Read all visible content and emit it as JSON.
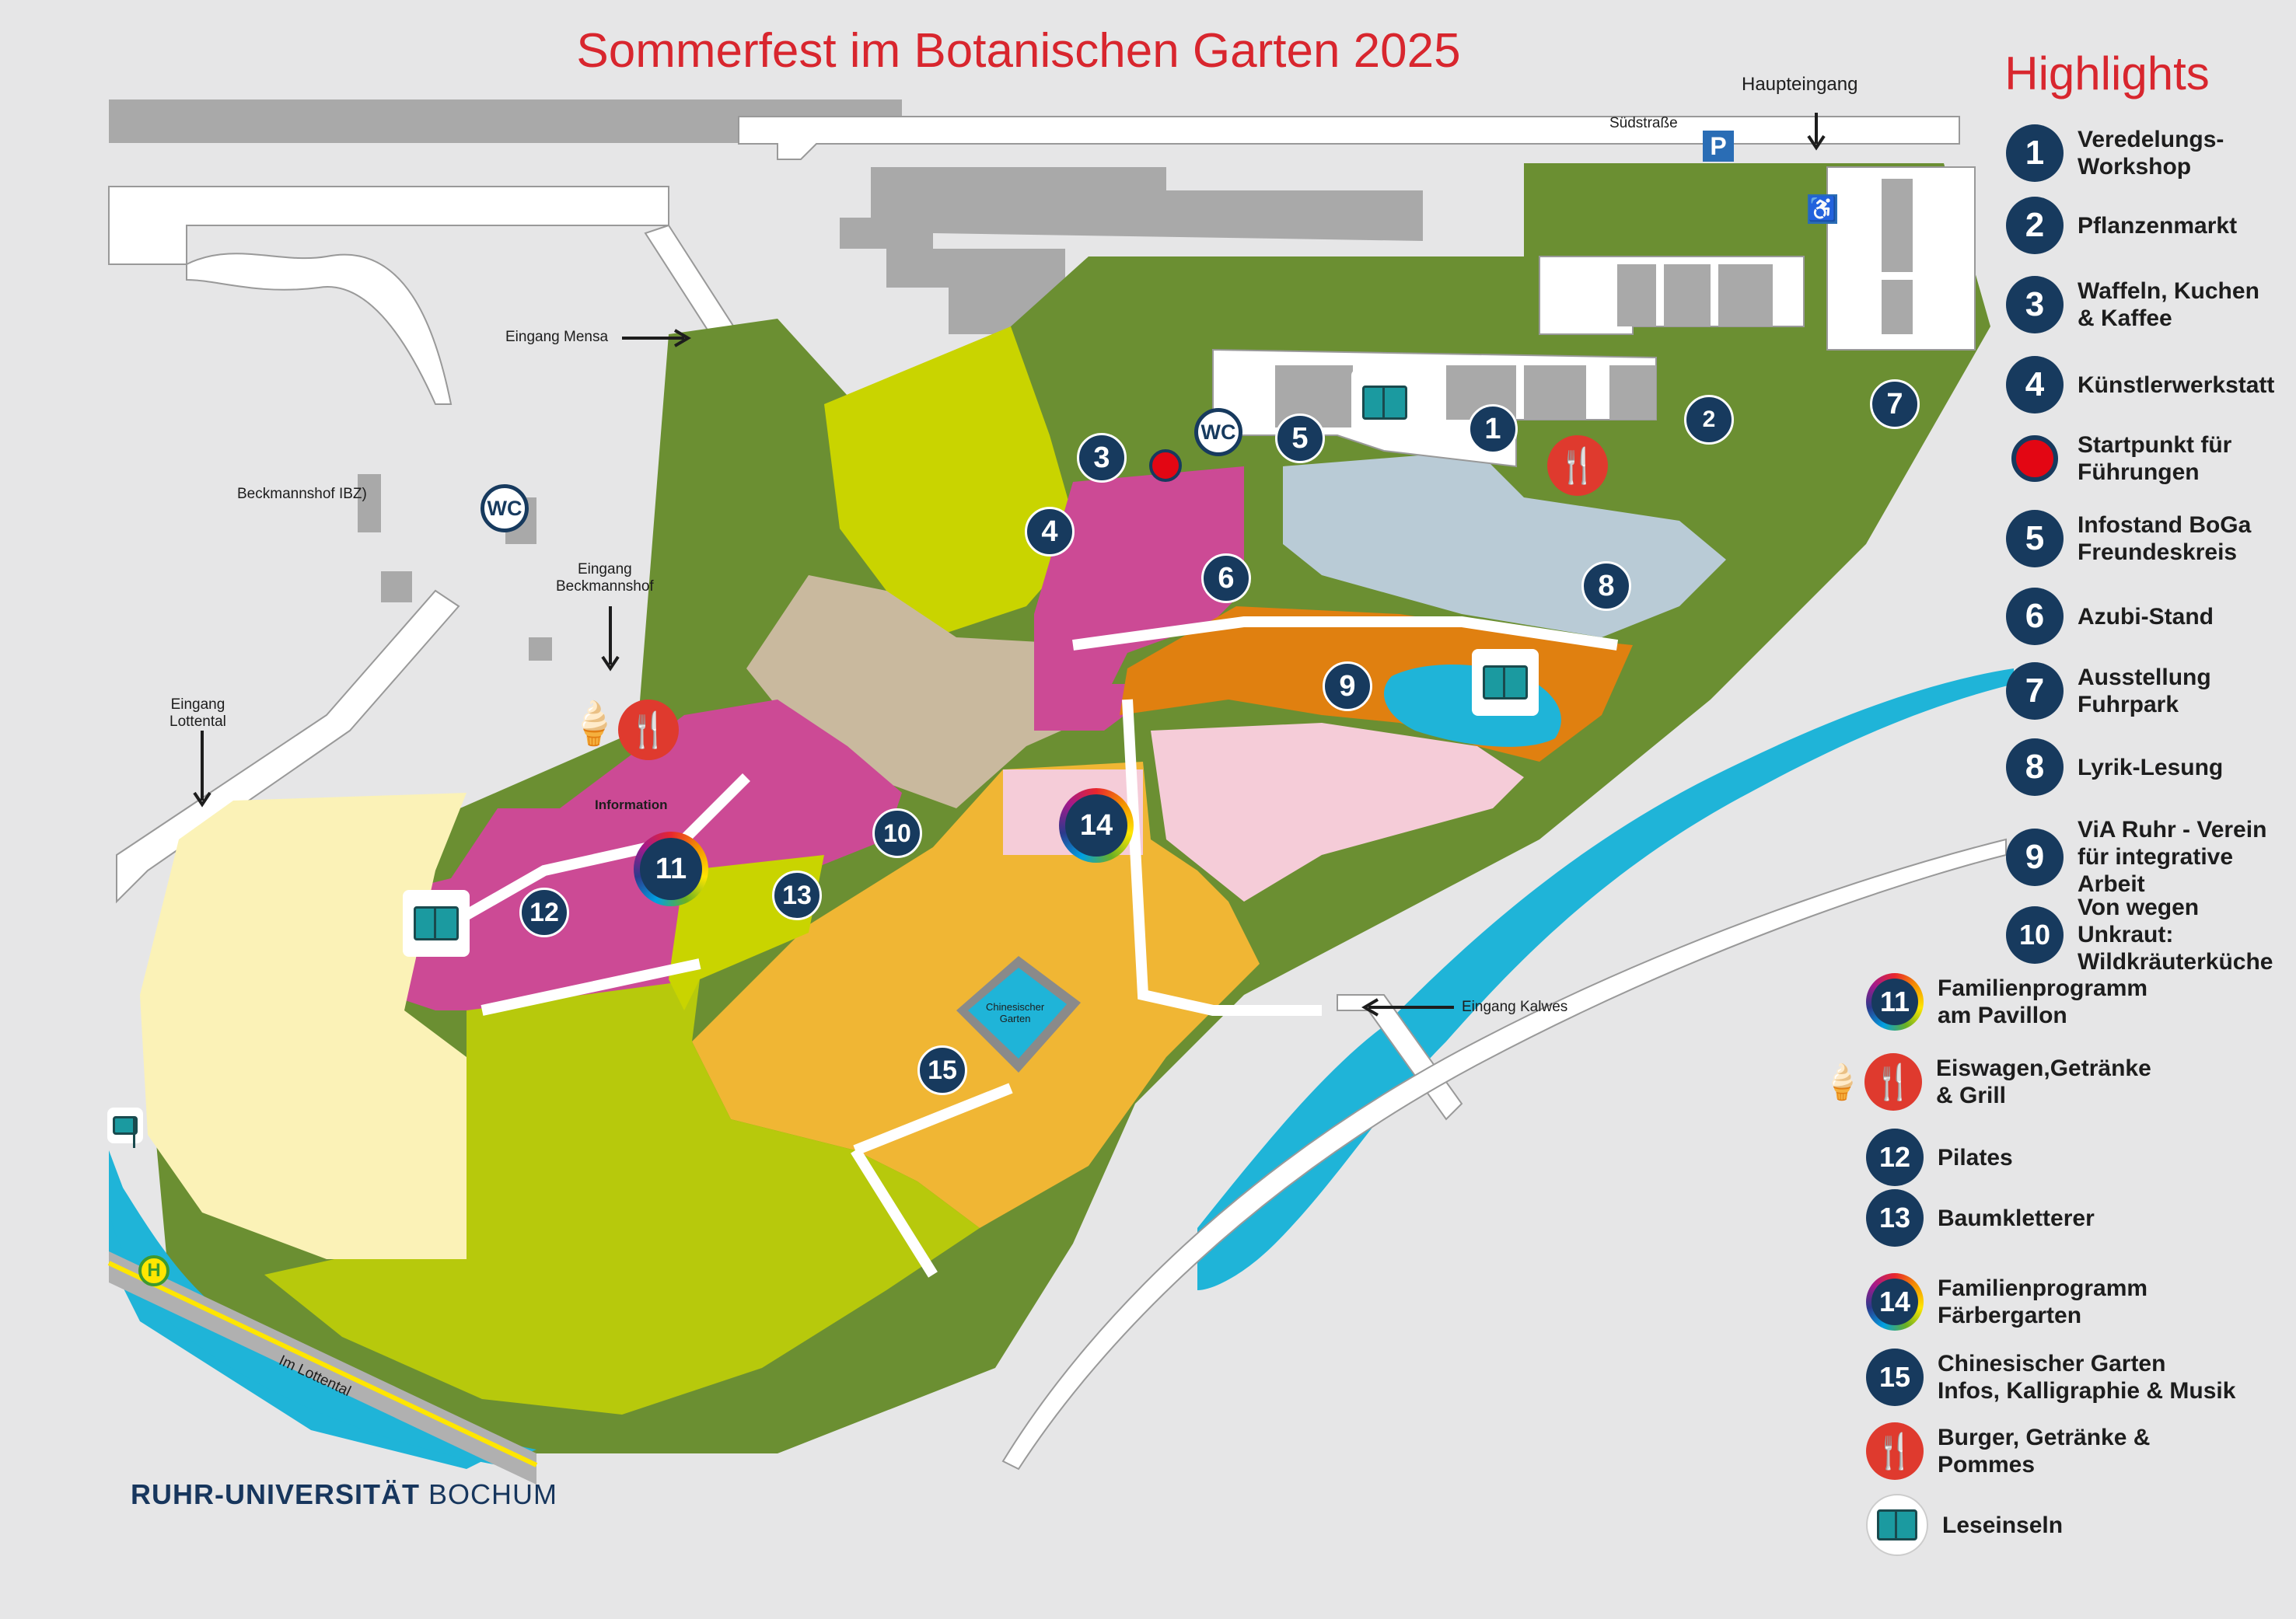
{
  "title": "Sommerfest im Botanischen Garten 2025",
  "highlights_title": "Highlights",
  "logo": {
    "bold": "RUHR-UNIVERSITÄT",
    "regular": "BOCHUM"
  },
  "colors": {
    "accent_red": "#d8262e",
    "badge_navy": "#173a5e",
    "meadow_green": "#6b8f32",
    "lime": "#c9d400",
    "magenta": "#cc4a95",
    "orange": "#e08010",
    "yellow_orange": "#f0b634",
    "light_pink": "#f5ccd8",
    "pond_blue": "#1fb4d8",
    "pale_blue": "#b9cbd6",
    "cream": "#fbf2b7",
    "sand": "#c9b99e",
    "building_grey": "#a9a9a9"
  },
  "map_labels": {
    "haupteingang": "Haupteingang",
    "suedstrasse": "Südstraße",
    "eingang_mensa": "Eingang Mensa",
    "beckmannshof": "Beckmannshof IBZ)",
    "eingang_beckmannshof": "Eingang\nBeckmannshof",
    "eingang_lottental": "Eingang\nLottental",
    "information": "Information",
    "chinesischer_garten": "Chinesischer\nGarten",
    "eingang_kalwes": "Eingang Kalwes",
    "im_lottental": "Im Lottental",
    "wc": "WC",
    "parking": "P",
    "bus_stop": "H"
  },
  "map_markers": {
    "b1": "1",
    "b2": "2",
    "b3": "3",
    "b4": "4",
    "b5": "5",
    "b6": "6",
    "b7": "7",
    "b8": "8",
    "b9": "9",
    "b10": "10",
    "b11": "11",
    "b12": "12",
    "b13": "13",
    "b14": "14",
    "b15": "15"
  },
  "legend": [
    {
      "num": "1",
      "icon": "number-badge",
      "text": "Veredelungs-\nWorkshop"
    },
    {
      "num": "2",
      "icon": "number-badge",
      "text": "Pflanzenmarkt"
    },
    {
      "num": "3",
      "icon": "number-badge",
      "text": "Waffeln, Kuchen\n& Kaffee"
    },
    {
      "num": "4",
      "icon": "number-badge",
      "text": "Künstlerwerkstatt"
    },
    {
      "num": "",
      "icon": "red-dot-icon",
      "text": "Startpunkt für\nFührungen"
    },
    {
      "num": "5",
      "icon": "number-badge",
      "text": "Infostand BoGa\nFreundeskreis"
    },
    {
      "num": "6",
      "icon": "number-badge",
      "text": "Azubi-Stand"
    },
    {
      "num": "7",
      "icon": "number-badge",
      "text": "Ausstellung\nFuhrpark"
    },
    {
      "num": "8",
      "icon": "number-badge",
      "text": "Lyrik-Lesung"
    },
    {
      "num": "9",
      "icon": "number-badge",
      "text": "ViA Ruhr - Verein\nfür integrative Arbeit"
    },
    {
      "num": "10",
      "icon": "number-badge",
      "text": "Von wegen Unkraut:\nWildkräuterküche"
    },
    {
      "num": "11",
      "icon": "rainbow-badge",
      "text": "Familienprogramm\nam Pavillon"
    },
    {
      "num": "",
      "icon": "ice-food-icon",
      "text": "Eiswagen,Getränke\n& Grill"
    },
    {
      "num": "12",
      "icon": "number-badge",
      "text": "Pilates"
    },
    {
      "num": "13",
      "icon": "number-badge",
      "text": "Baumkletterer"
    },
    {
      "num": "14",
      "icon": "rainbow-badge",
      "text": "Familienprogramm\nFärbergarten"
    },
    {
      "num": "15",
      "icon": "number-badge",
      "text": "Chinesischer Garten\nInfos, Kalligraphie & Musik"
    },
    {
      "num": "",
      "icon": "food-icon",
      "text": "Burger, Getränke &\nPommes"
    },
    {
      "num": "",
      "icon": "book-icon",
      "text": "Leseinseln"
    }
  ]
}
